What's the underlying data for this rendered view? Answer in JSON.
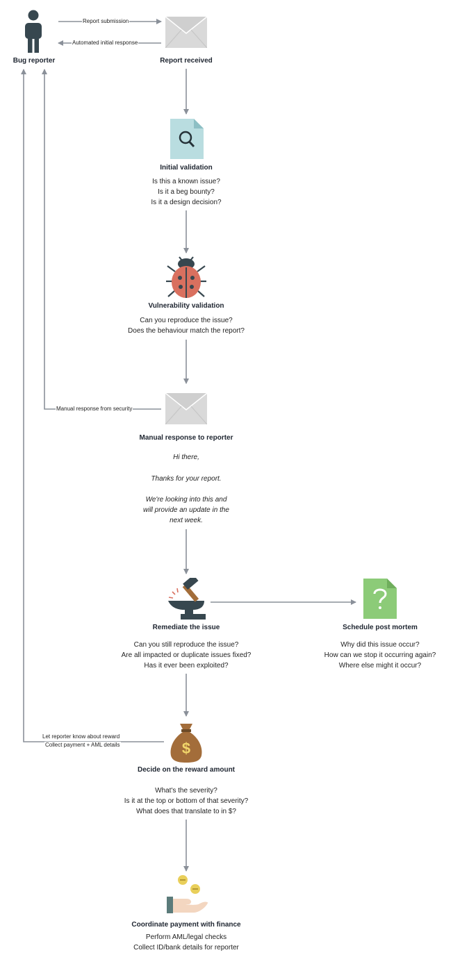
{
  "nodes": {
    "bug_reporter": {
      "title": "Bug reporter"
    },
    "report_received": {
      "title": "Report received"
    },
    "initial_validation": {
      "title": "Initial validation",
      "lines": [
        "Is this a known issue?",
        "Is it a beg bounty?",
        "Is it a design decision?"
      ]
    },
    "vulnerability_validation": {
      "title": "Vulnerability validation",
      "lines": [
        "Can you reproduce the issue?",
        "Does the behaviour match the report?"
      ]
    },
    "manual_response": {
      "title": "Manual response to reporter",
      "greeting": "Hi there,",
      "thanks": "Thanks for your report.",
      "body_lines": [
        "We're looking into this and",
        "will provide an update in the",
        "next week."
      ]
    },
    "remediate": {
      "title": "Remediate the issue",
      "lines": [
        "Can you still reproduce the issue?",
        "Are all impacted or duplicate issues fixed?",
        "Has it ever been exploited?"
      ]
    },
    "post_mortem": {
      "title": "Schedule post mortem",
      "lines": [
        "Why did this issue occur?",
        "How can we stop it occurring again?",
        "Where else might it occur?"
      ]
    },
    "reward": {
      "title": "Decide on the reward amount",
      "lines": [
        "What's the severity?",
        "Is it at the top or bottom of that severity?",
        "What does that translate to in $?"
      ]
    },
    "payment": {
      "title": "Coordinate payment with finance",
      "lines": [
        "Perform AML/legal checks",
        "Collect ID/bank details for reporter"
      ]
    }
  },
  "edges": {
    "report_submission": "Report submission",
    "automated_response": "Automated initial response",
    "manual_security_response": "Manual response from security",
    "reward_notice": [
      "Let reporter know about reward",
      "Collect payment + AML details"
    ]
  },
  "icons": {
    "bug_reporter": "person-icon",
    "report_received": "envelope-icon",
    "initial_validation": "document-search-icon",
    "vulnerability_validation": "ladybug-icon",
    "manual_response": "envelope-icon",
    "remediate": "anvil-hammer-icon",
    "post_mortem": "document-question-icon",
    "reward": "money-bag-icon",
    "payment": "hand-coins-icon"
  },
  "colors": {
    "line": "#8a9099",
    "person": "#37474f",
    "envelope": "#d6d6d6",
    "document_search": "#b9dde0",
    "ladybug": "#d9705f",
    "document_question": "#8ccb78",
    "money_bag": "#a36d3a",
    "coin": "#e9cf5a"
  }
}
